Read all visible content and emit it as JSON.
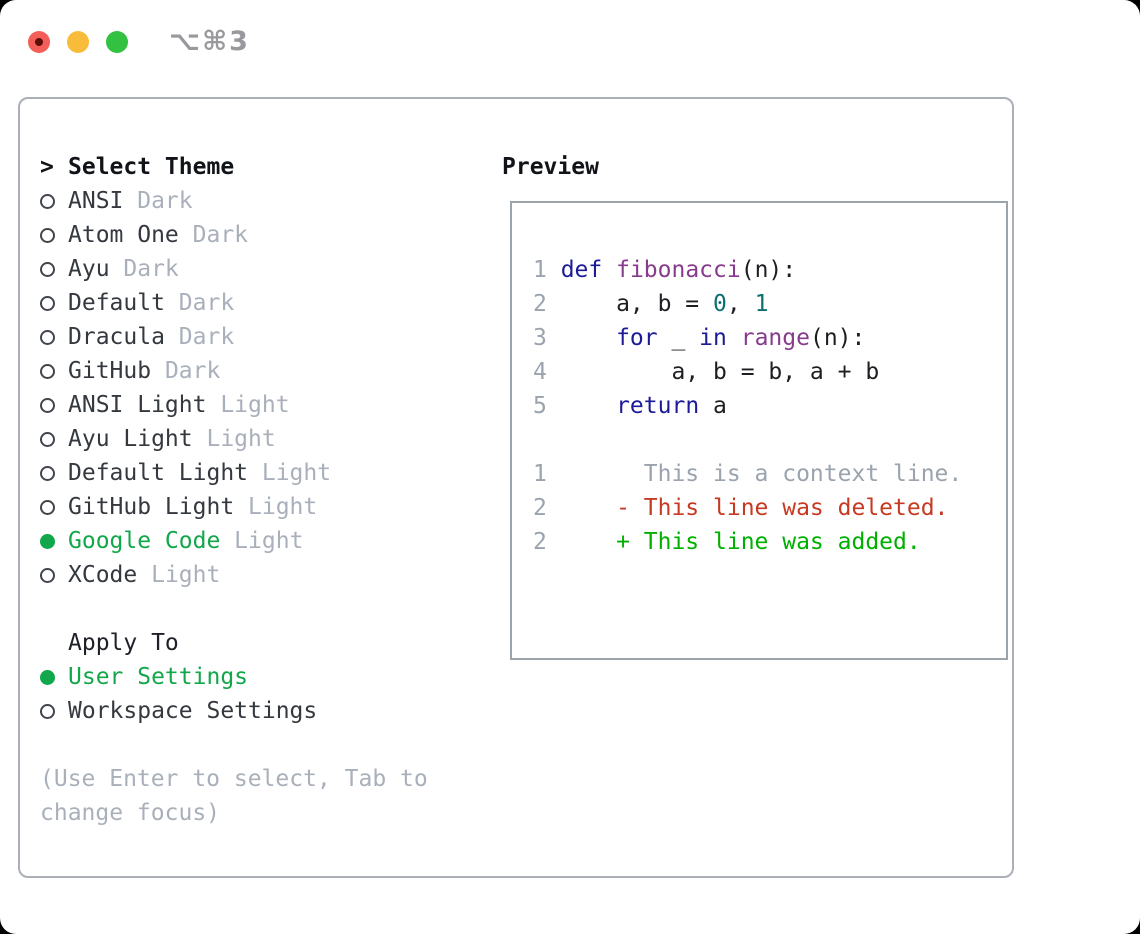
{
  "window": {
    "title": "⌥⌘3",
    "traffic_lights": [
      {
        "name": "close",
        "color": "#f35f58",
        "has_unsaved_dot": true
      },
      {
        "name": "minimize",
        "color": "#f8bc3a",
        "has_unsaved_dot": false
      },
      {
        "name": "zoom",
        "color": "#32c141",
        "has_unsaved_dot": false
      }
    ]
  },
  "theme_panel": {
    "prompt": ">",
    "header": "Select Theme",
    "items": [
      {
        "name": "ANSI",
        "variant": "Dark",
        "selected": false
      },
      {
        "name": "Atom One",
        "variant": "Dark",
        "selected": false
      },
      {
        "name": "Ayu",
        "variant": "Dark",
        "selected": false
      },
      {
        "name": "Default",
        "variant": "Dark",
        "selected": false
      },
      {
        "name": "Dracula",
        "variant": "Dark",
        "selected": false
      },
      {
        "name": "GitHub",
        "variant": "Dark",
        "selected": false
      },
      {
        "name": "ANSI Light",
        "variant": "Light",
        "selected": false
      },
      {
        "name": "Ayu Light",
        "variant": "Light",
        "selected": false
      },
      {
        "name": "Default Light",
        "variant": "Light",
        "selected": false
      },
      {
        "name": "GitHub Light",
        "variant": "Light",
        "selected": false
      },
      {
        "name": "Google Code",
        "variant": "Light",
        "selected": true
      },
      {
        "name": "XCode",
        "variant": "Light",
        "selected": false
      }
    ]
  },
  "apply_panel": {
    "header": "Apply To",
    "items": [
      {
        "name": "User Settings",
        "selected": true
      },
      {
        "name": "Workspace Settings",
        "selected": false
      }
    ]
  },
  "hint": "(Use Enter to select, Tab to change focus)",
  "preview": {
    "header": "Preview",
    "lines": [
      {
        "n": "1",
        "tokens": [
          [
            "def",
            "kwd"
          ],
          [
            " ",
            "pln"
          ],
          [
            "fibonacci",
            "typ"
          ],
          [
            "(n):",
            "pln"
          ]
        ]
      },
      {
        "n": "2",
        "tokens": [
          [
            "    a, b = ",
            "pln"
          ],
          [
            "0",
            "lit"
          ],
          [
            ", ",
            "pln"
          ],
          [
            "1",
            "lit"
          ]
        ]
      },
      {
        "n": "3",
        "tokens": [
          [
            "    ",
            "pln"
          ],
          [
            "for",
            "kwd"
          ],
          [
            " _ ",
            "pln"
          ],
          [
            "in",
            "kwd"
          ],
          [
            " ",
            "pln"
          ],
          [
            "range",
            "typ"
          ],
          [
            "(n):",
            "pln"
          ]
        ]
      },
      {
        "n": "4",
        "tokens": [
          [
            "        a, b = b, a + b",
            "pln"
          ]
        ]
      },
      {
        "n": "5",
        "tokens": [
          [
            "    ",
            "pln"
          ],
          [
            "return",
            "kwd"
          ],
          [
            " a",
            "pln"
          ]
        ]
      },
      {
        "n": "",
        "tokens": []
      },
      {
        "n": "1",
        "tokens": [
          [
            "      This is a context line.",
            "ctx"
          ]
        ]
      },
      {
        "n": "2",
        "tokens": [
          [
            "    - This line was deleted.",
            "del"
          ]
        ]
      },
      {
        "n": "2",
        "tokens": [
          [
            "    + This line was added.",
            "add"
          ]
        ]
      }
    ]
  },
  "colors": {
    "accent_green": "#12a74a",
    "diff_added": "#00b000",
    "diff_deleted": "#c63a21",
    "diff_context": "#9aa3ae",
    "syntax_keyword": "#1c1a96",
    "syntax_type": "#873b8d",
    "syntax_literal": "#0e6f70",
    "muted_text": "#a9b0bb",
    "card_border": "#abb0b8"
  }
}
